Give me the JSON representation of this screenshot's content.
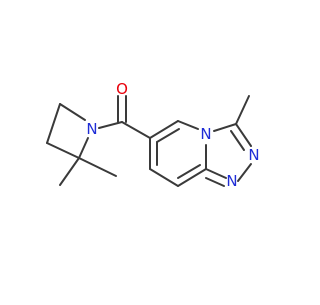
{
  "molecule": {
    "atoms": {
      "oxygen": {
        "label": "O",
        "color": "#e8000b"
      },
      "azetidine_n": {
        "label": "N",
        "color": "#1f2dd6"
      },
      "bridgehead_n": {
        "label": "N",
        "color": "#1f2dd6"
      },
      "triazole_n1": {
        "label": "N",
        "color": "#1f2dd6"
      },
      "triazole_n2": {
        "label": "N",
        "color": "#1f2dd6"
      }
    },
    "bond_color": "#3a3a3a"
  }
}
